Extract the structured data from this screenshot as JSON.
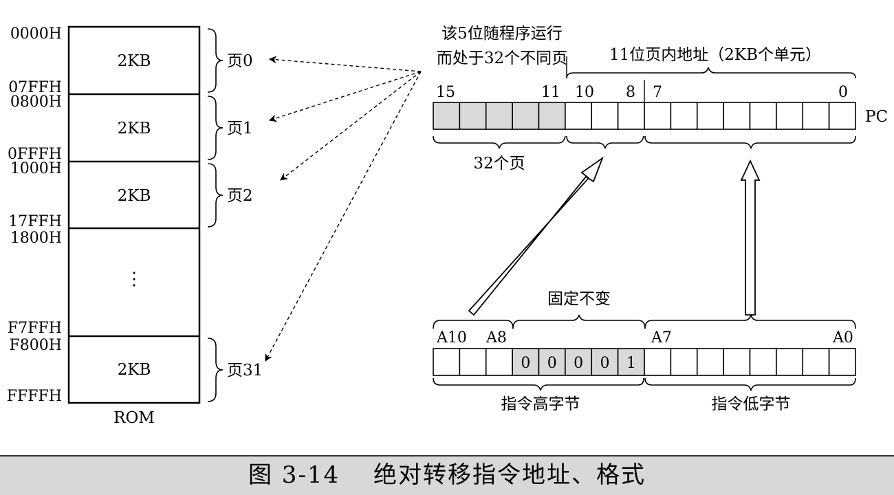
{
  "rom": {
    "label": "ROM",
    "blocks": [
      {
        "label": "2KB",
        "start": "0000H",
        "end": "07FFH",
        "page": "页0"
      },
      {
        "label": "2KB",
        "start": "0800H",
        "end": "0FFFH",
        "page": "页1"
      },
      {
        "label": "2KB",
        "start": "1000H",
        "end": "17FFH",
        "page": "页2"
      },
      {
        "label": "⋮",
        "start": "1800H",
        "end": "F7FFH",
        "page": ""
      },
      {
        "label": "2KB",
        "start": "F800H",
        "end": "FFFFH",
        "page": "页31"
      }
    ]
  },
  "pc": {
    "label": "PC",
    "annotation_line1": "该5位随程序运行",
    "annotation_line2": "而处于32个不同页",
    "low_annotation": "11位页内地址（2KB个单元）",
    "bit_labels": [
      "15",
      "11",
      "10",
      "8",
      "7",
      "0"
    ],
    "shaded_bits": 5,
    "total_bits": 16,
    "bottom_label": "32个页"
  },
  "instruction": {
    "fixed_label": "固定不变",
    "bit_labels": [
      "A10",
      "A8",
      "A7",
      "A0"
    ],
    "fixed_bits": [
      "0",
      "0",
      "0",
      "0",
      "1"
    ],
    "high_byte_label": "指令高字节",
    "low_byte_label": "指令低字节"
  },
  "caption": "图 3-14　 绝对转移指令地址、格式",
  "colors": {
    "shade": "#d9d9d9",
    "caption_bg": "#d8d8d8"
  }
}
